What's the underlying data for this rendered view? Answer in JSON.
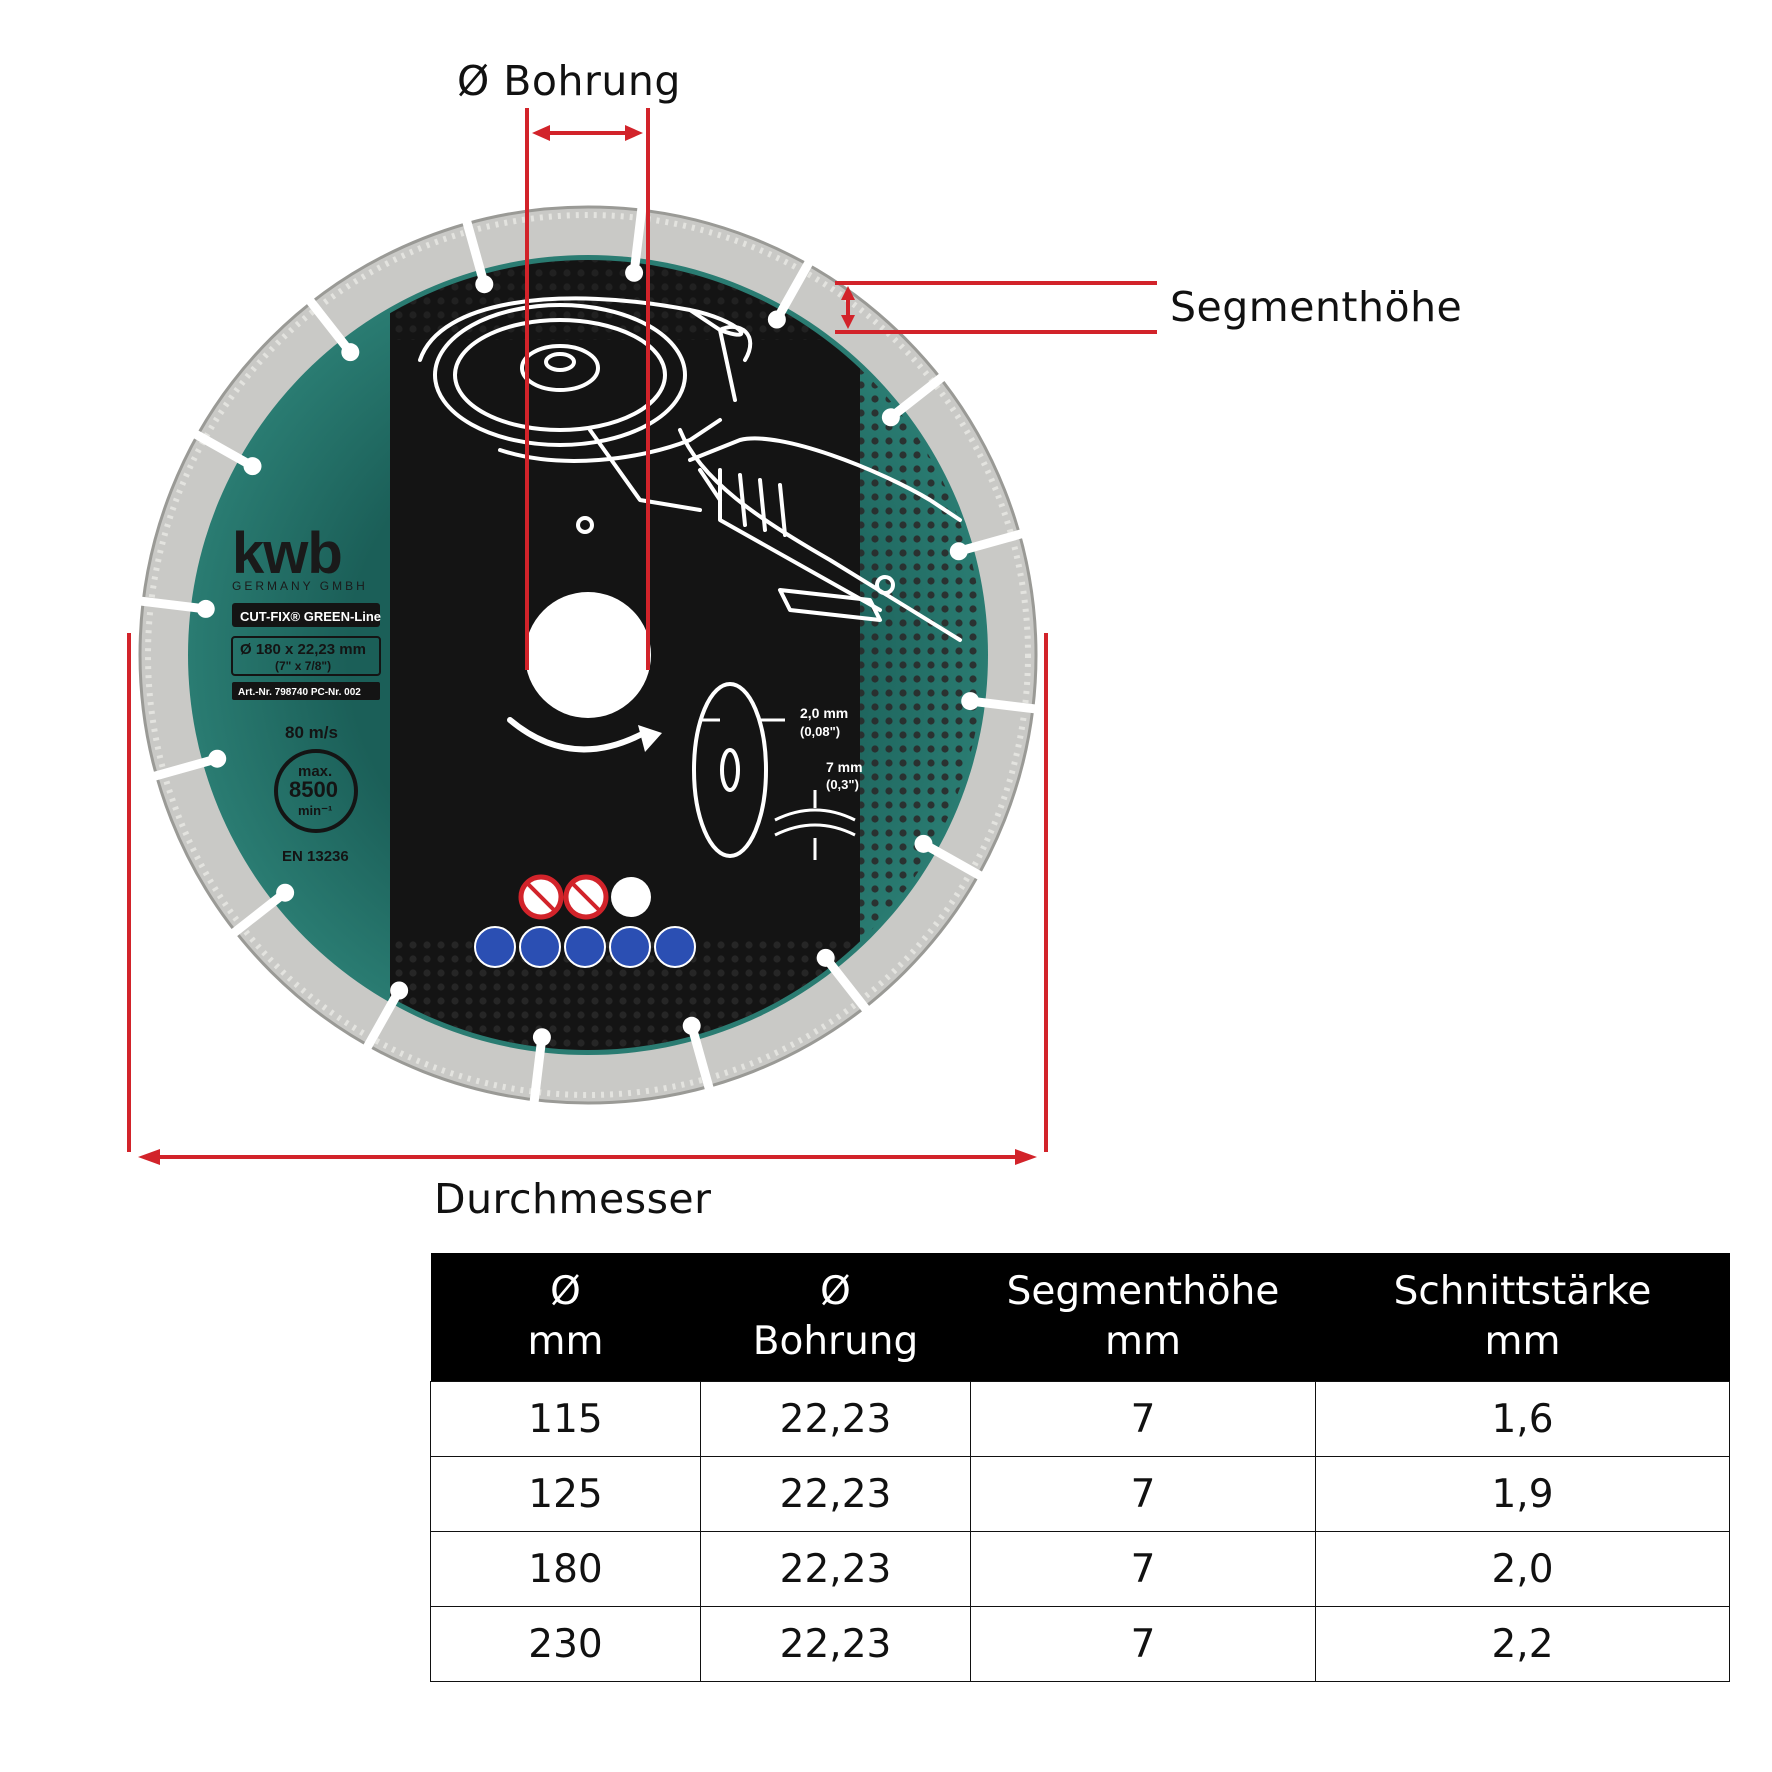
{
  "labels": {
    "bore": "Ø Bohrung",
    "segment_height": "Segmenthöhe",
    "diameter": "Durchmesser"
  },
  "disc": {
    "brand": "kwb",
    "brand_sub": "GERMANY GMBH",
    "product_line": "CUT-FIX® GREEN-Line",
    "size": "Ø 180 x 22,23 mm",
    "size_inch": "(7\" x 7/8\")",
    "article": "Art.-Nr. 798740  PC-Nr. 002",
    "speed": "80 m/s",
    "max_label": "max.",
    "rpm": "8500",
    "rpm_unit": "min⁻¹",
    "norm": "EN 13236",
    "thickness": "2,0 mm",
    "thickness_inch": "(0,08\")",
    "seg_height": "7 mm",
    "seg_height_inch": "(0,3\")"
  },
  "colors": {
    "accent_red": "#d2232a",
    "disc_green": "#1f6b63",
    "disc_black": "#141414",
    "segment_grey": "#c9c9c6"
  },
  "table": {
    "headers": [
      [
        "Ø",
        "mm"
      ],
      [
        "Ø",
        "Bohrung"
      ],
      [
        "Segmenthöhe",
        "mm"
      ],
      [
        "Schnittstärke",
        "mm"
      ]
    ],
    "rows": [
      [
        "115",
        "22,23",
        "7",
        "1,6"
      ],
      [
        "125",
        "22,23",
        "7",
        "1,9"
      ],
      [
        "180",
        "22,23",
        "7",
        "2,0"
      ],
      [
        "230",
        "22,23",
        "7",
        "2,2"
      ]
    ]
  }
}
